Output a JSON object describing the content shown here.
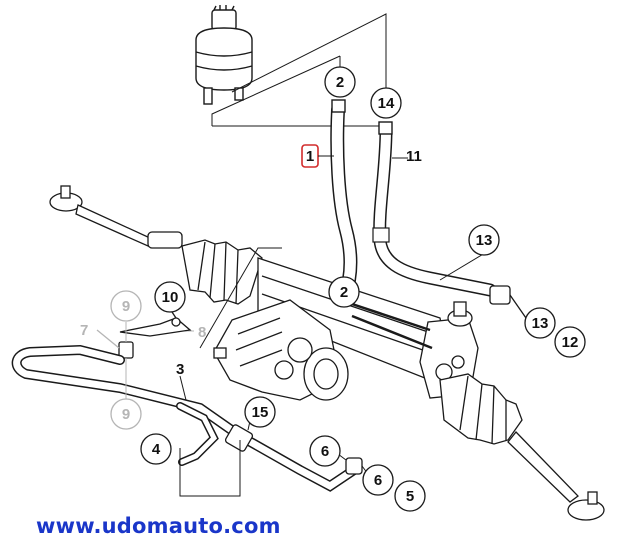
{
  "callouts": {
    "c1": "1",
    "c2a": "2",
    "c2b": "2",
    "c3": "3",
    "c4": "4",
    "c5": "5",
    "c6a": "6",
    "c6b": "6",
    "c7": "7",
    "c8": "8",
    "c9a": "9",
    "c9b": "9",
    "c10": "10",
    "c11": "11",
    "c12": "12",
    "c13a": "13",
    "c13b": "13",
    "c14": "14",
    "c15": "15"
  },
  "website": "www.udomauto.com",
  "colors": {
    "highlight": "#d22b2b",
    "link": "#1a36c9",
    "ghost": "#b5b5b5",
    "line": "#1a1a1a"
  }
}
